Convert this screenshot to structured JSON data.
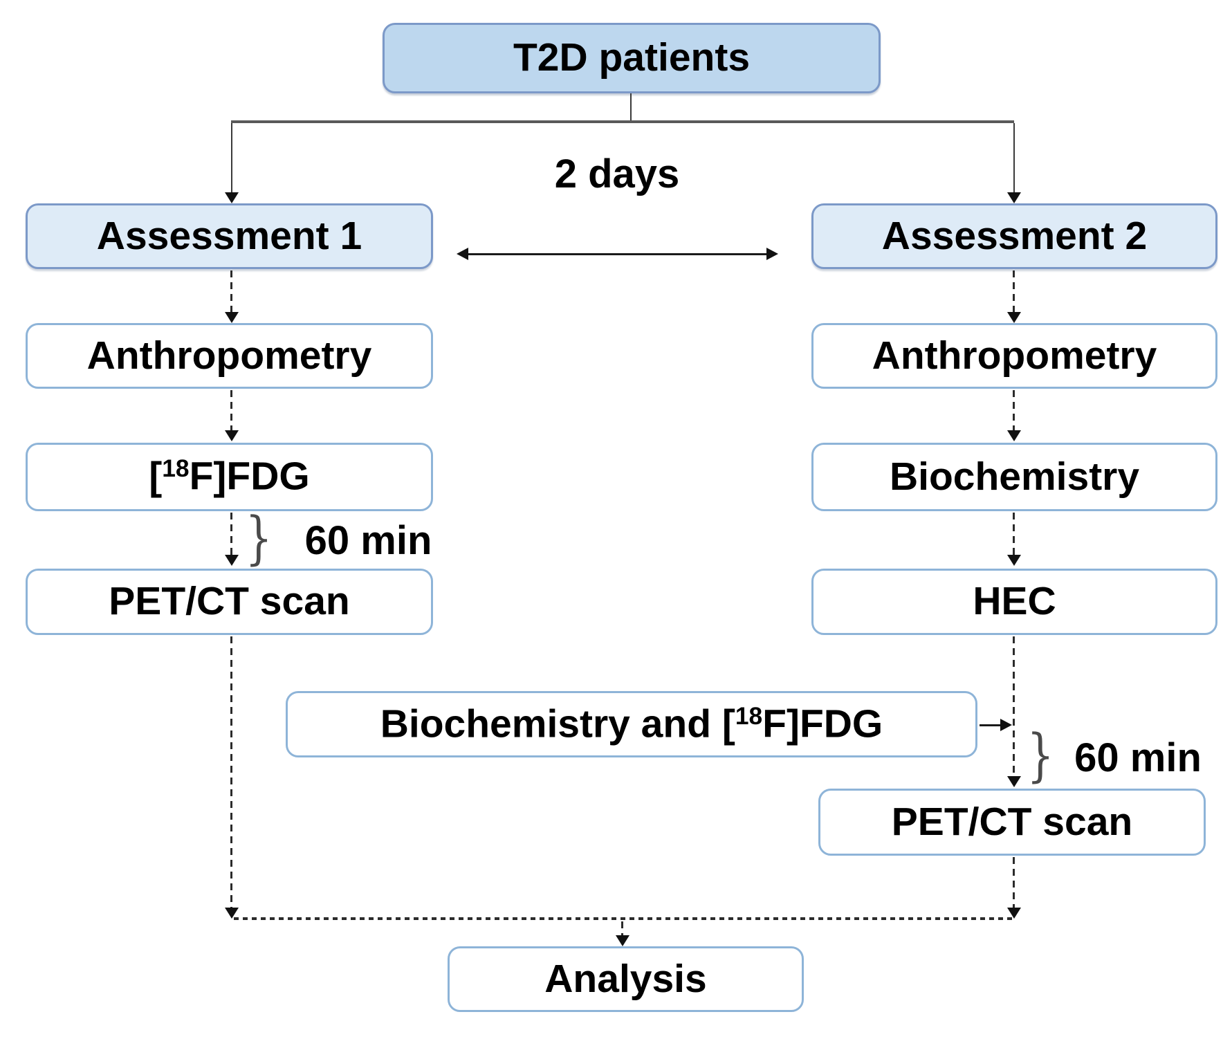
{
  "colors": {
    "primary_box_fill": "#BDD7EE",
    "secondary_box_fill": "#DEEBF7",
    "box_border_blue": "#7C99C8",
    "box_border_light": "#8EB4D8",
    "splitter_line": "#595959",
    "text": "#000000"
  },
  "nodes": {
    "t2d": "T2D patients",
    "assessment1": "Assessment 1",
    "assessment2": "Assessment 2",
    "anthropometry_left": "Anthropometry",
    "anthropometry_right": "Anthropometry",
    "fdg": {
      "pre": "[",
      "sup": "18",
      "post": "F]FDG"
    },
    "biochemistry": "Biochemistry",
    "hec": "HEC",
    "petct_left": "PET/CT scan",
    "petct_right": "PET/CT scan",
    "mid_biochem_fdg": {
      "pre": "Biochemistry and [",
      "sup": "18",
      "post": "F]FDG"
    },
    "analysis": "Analysis"
  },
  "annotations": {
    "interval": "2 days",
    "wait_left": "60 min",
    "wait_right": "60 min",
    "brace": "}"
  }
}
